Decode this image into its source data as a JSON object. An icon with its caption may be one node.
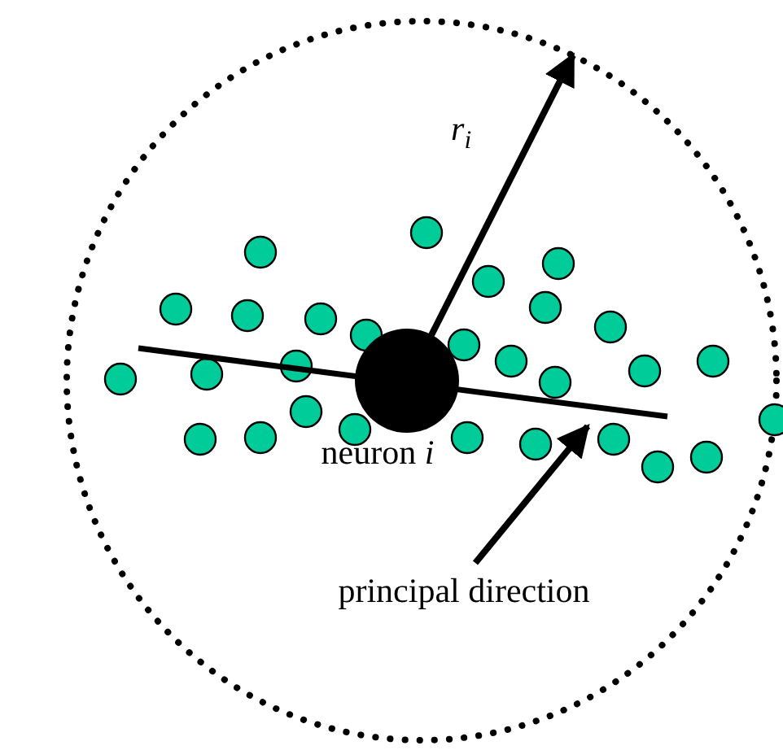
{
  "diagram": {
    "nodes": [
      {
        "text": [
          "principal direction"
        ]
      },
      {
        "text": [],
        "shape": "bar"
      },
      {
        "text": [],
        "shape": "circle",
        "beside": [
          "neuron *i*"
        ]
      }
    ],
    "edges": [
      {
        "from": 0,
        "to": 1,
        "arrow": "to"
      }
    ],
    "labels": [
      "*r*$_{i}$"
    ]
  }
}
